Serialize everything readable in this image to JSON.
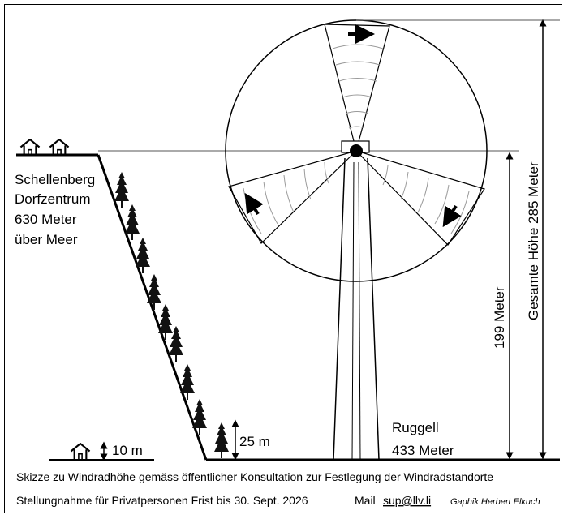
{
  "village": {
    "name": "Schellenberg",
    "sub": "Dorfzentrum",
    "height": "630 Meter",
    "unit": "über Meer"
  },
  "valley": {
    "name": "Ruggell",
    "height": "433 Meter"
  },
  "dimensions": {
    "hub_height": "199 Meter",
    "total_height": "Gesamte Höhe 285 Meter",
    "tree_height": "25 m",
    "house_height": "10 m"
  },
  "caption": {
    "line1": "Skizze zu Windradhöhe gemäss öffentlicher Konsultation zur Festlegung der Windradstandorte",
    "line2": "Stellungnahme für Privatpersonen Frist bis 30. Sept. 2026",
    "mail_label": "Mail",
    "mail_address": "sup@llv.li",
    "credit": "Gaphik Herbert Elkuch"
  },
  "colors": {
    "line": "#000000",
    "guide": "#555555",
    "blade_hatch": "#9a9a9a"
  }
}
